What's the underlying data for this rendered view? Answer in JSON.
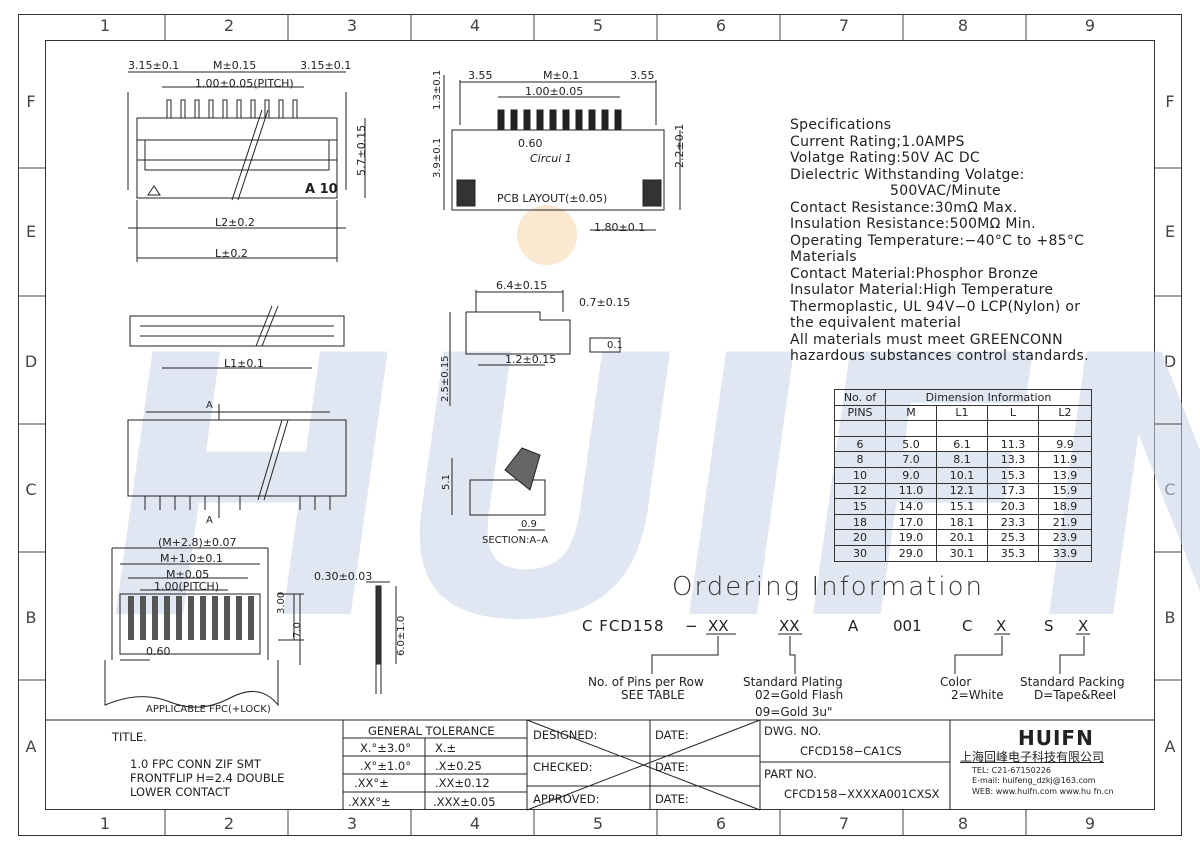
{
  "zones": {
    "columns": [
      "1",
      "2",
      "3",
      "4",
      "5",
      "6",
      "7",
      "8",
      "9"
    ],
    "rows": [
      "F",
      "E",
      "D",
      "C",
      "B",
      "A"
    ]
  },
  "watermark": "HUIFN",
  "top_view": {
    "dim_left": "3.15±0.1",
    "dim_m": "M±0.15",
    "dim_right": "3.15±0.1",
    "dim_pitch": "1.00±0.05(PITCH)",
    "dim_height": "5.7±0.15",
    "mark_a10": "A 10",
    "dim_l2": "L2±0.2",
    "dim_l": "L±0.2"
  },
  "pcb_layout": {
    "dim_left": "3.55",
    "dim_m": "M±0.1",
    "dim_right": "3.55",
    "dim_pitch": "1.00±0.05",
    "dim_top": "1.3±0.1",
    "dim_mid": "3.9±0.1",
    "dim_pad": "0.60",
    "circuit": "Circui 1",
    "dim_side": "2.2±0.1",
    "title": "PCB LAYOUT(±0.05)",
    "dim_bottom": "1.80±0.1"
  },
  "front_view": {
    "dim_l1": "L1±0.1"
  },
  "side_view": {
    "dim_width": "6.4±0.15",
    "dim_lip": "0.7±0.15",
    "dim_height": "2.5±0.15",
    "dim_foot": "1.2±0.15",
    "flatness": "0.1"
  },
  "bottom_view": {
    "mark_a_top": "A",
    "mark_a_bottom": "A"
  },
  "section": {
    "dim_h": "5.1",
    "dim_w": "0.9",
    "title": "SECTION:A–A"
  },
  "fpc_view": {
    "dim_outer": "(M+2.8)±0.07",
    "dim_m1": "M+1.0±0.1",
    "dim_m": "M±0.05",
    "dim_pitch": "1.00(PITCH)",
    "dim_3": "3.00",
    "dim_7": "7.0",
    "dim_pad": "0.60",
    "dim_thick": "0.30±0.03",
    "dim_6": "6.0±1.0",
    "title": "APPLICABLE FPC(+LOCK)"
  },
  "specs": [
    "Specifications",
    "Current Rating;1.0AMPS",
    "Volatge Rating:50V AC DC",
    "Dielectric Withstanding Volatge:",
    "500VAC/Minute",
    "Contact Resistance:30mΩ Max.",
    "Insulation Resistance:500MΩ Min.",
    "Operating Temperature:−40°C to +85°C",
    "Materials",
    "Contact Material:Phosphor Bronze",
    "Insulator Material:High Temperature",
    "Thermoplastic, UL 94V−0 LCP(Nylon) or",
    "the equivalent material",
    "All materials must meet GREENCONN",
    "hazardous substances control standards."
  ],
  "dimension_table": {
    "head_pins_1": "No. of",
    "head_pins_2": "PINS",
    "head_group": "Dimension Information",
    "cols": [
      "M",
      "L1",
      "L",
      "L2"
    ],
    "rows": [
      [
        "6",
        "5.0",
        "6.1",
        "11.3",
        "9.9"
      ],
      [
        "8",
        "7.0",
        "8.1",
        "13.3",
        "11.9"
      ],
      [
        "10",
        "9.0",
        "10.1",
        "15.3",
        "13.9"
      ],
      [
        "12",
        "11.0",
        "12.1",
        "17.3",
        "15.9"
      ],
      [
        "15",
        "14.0",
        "15.1",
        "20.3",
        "18.9"
      ],
      [
        "18",
        "17.0",
        "18.1",
        "23.3",
        "21.9"
      ],
      [
        "20",
        "19.0",
        "20.1",
        "25.3",
        "23.9"
      ],
      [
        "30",
        "29.0",
        "30.1",
        "35.3",
        "33.9"
      ]
    ]
  },
  "ordering": {
    "title": "Ordering Information",
    "parts": [
      "C FCD158",
      "−",
      "XX",
      "XX",
      "A",
      "001",
      "C",
      "X",
      "S",
      "X"
    ],
    "notes": {
      "pins": "No. of Pins per Row",
      "pins_sub": "SEE TABLE",
      "plating": "Standard Plating",
      "plating_1": "02=Gold Flash",
      "plating_2": "09=Gold 3u\"",
      "color": "Color",
      "color_1": "2=White",
      "packing": "Standard Packing",
      "packing_1": "D=Tape&Reel"
    }
  },
  "title_block": {
    "title_label": "TITLE.",
    "title_lines": [
      "1.0 FPC CONN ZIF SMT",
      "FRONTFLIP H=2.4 DOUBLE",
      "LOWER CONTACT"
    ],
    "tolerance_head": "GENERAL TOLERANCE",
    "tolerance": [
      [
        "X.°±3.0°",
        "X.±"
      ],
      [
        ".X°±1.0°",
        ".X±0.25"
      ],
      [
        ".XX°±",
        ".XX±0.12"
      ],
      [
        ".XXX°±",
        ".XXX±0.05"
      ]
    ],
    "designed": "DESIGNED:",
    "checked": "CHECKED:",
    "approved": "APPROVED:",
    "date": "DATE:",
    "dwg_label": "DWG. NO.",
    "dwg_no": "CFCD158−CA1CS",
    "part_label": "PART NO.",
    "part_no": "CFCD158−XXXXA001CXSX",
    "company_logo": "HUIFN",
    "company_name": "上海回峰电子科技有限公司",
    "tel": "TEL: C21-67150226",
    "email": "E-mail: huifeng_dzkj@163.com",
    "web": "WEB: www.huifn.com  www.hu fn.cn"
  }
}
